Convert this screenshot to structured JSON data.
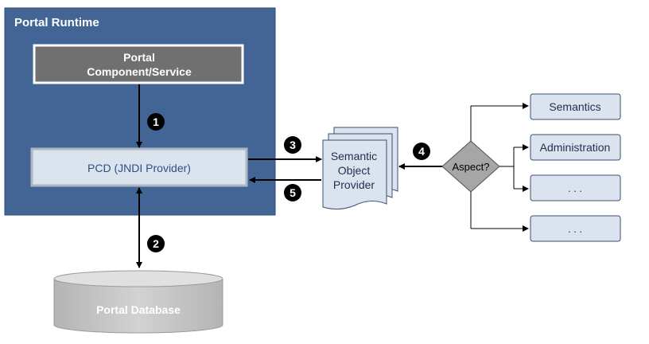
{
  "runtime": {
    "title": "Portal Runtime",
    "component_line1": "Portal",
    "component_line2": "Component/Service",
    "pcd_label": "PCD (JNDI Provider)"
  },
  "database": {
    "label": "Portal Database"
  },
  "provider": {
    "line1": "Semantic",
    "line2": "Object",
    "line3": "Provider"
  },
  "decision": {
    "label": "Aspect?"
  },
  "aspects": [
    "Semantics",
    "Administration",
    ". . .",
    ". . ."
  ],
  "steps": [
    "1",
    "2",
    "3",
    "4",
    "5"
  ],
  "colors": {
    "runtime_bg": "#426595",
    "component_bg": "#707070",
    "pcd_bg": "#dbe3ef",
    "pcd_text": "#2f4f86",
    "aspect_box_bg": "#dbe3ef",
    "diamond": "#a6a6a6",
    "database": "#c0c0c0"
  }
}
